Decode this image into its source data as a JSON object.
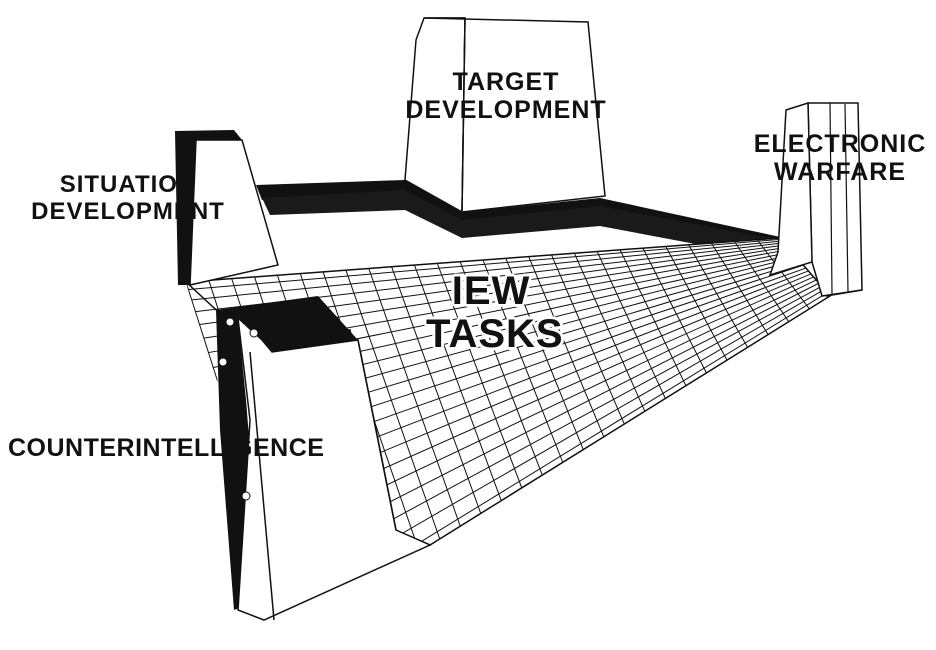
{
  "labels": {
    "target": [
      "TARGET",
      "DEVELOPMENT"
    ],
    "situation": [
      "SITUATION",
      "DEVELOPMENT"
    ],
    "electronic_warfare": [
      "ELECTRONIC",
      "WARFARE"
    ],
    "counterintelligence": "COUNTERINTELLIGENCE",
    "center": [
      "IEW",
      "TASKS"
    ]
  },
  "colors": {
    "ink": "#111111",
    "paper": "#ffffff"
  }
}
